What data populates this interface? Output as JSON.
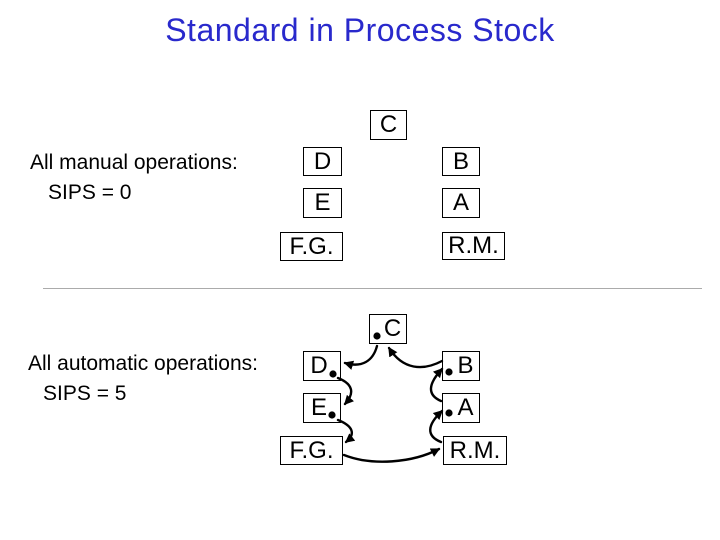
{
  "title": "Standard in Process Stock",
  "sections": {
    "manual": {
      "label_line1": "All manual operations:",
      "label_line2": "SIPS = 0",
      "sips_value": 0,
      "nodes": {
        "c": "C",
        "d": "D",
        "b": "B",
        "e": "E",
        "a": "A",
        "fg": "F.G.",
        "rm": "R.M."
      }
    },
    "automatic": {
      "label_line1": "All automatic operations:",
      "label_line2": "SIPS = 5",
      "sips_value": 5,
      "nodes": {
        "c": "C",
        "d": "D",
        "b": "B",
        "e": "E",
        "a": "A",
        "fg": "F.G.",
        "rm": "R.M."
      },
      "flow_edges": [
        {
          "from": "R.M.",
          "to": "A"
        },
        {
          "from": "A",
          "to": "B"
        },
        {
          "from": "B",
          "to": "C"
        },
        {
          "from": "C",
          "to": "D"
        },
        {
          "from": "D",
          "to": "E"
        },
        {
          "from": "E",
          "to": "F.G."
        },
        {
          "from": "F.G.",
          "to": "R.M."
        }
      ],
      "stock_dot_nodes": [
        "C",
        "D",
        "B",
        "E",
        "A"
      ]
    }
  },
  "colors": {
    "title": "#2929CC",
    "divider": "#ABABAB",
    "diagram": "#000000"
  }
}
